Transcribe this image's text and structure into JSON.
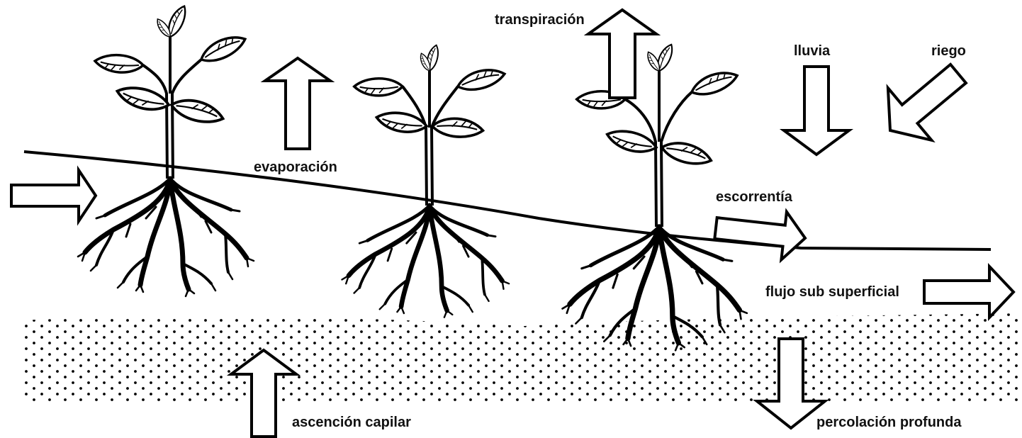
{
  "colors": {
    "ink": "#000000",
    "background": "#ffffff",
    "label": "#111111"
  },
  "labels": {
    "transpiracion": "transpiración",
    "lluvia": "lluvia",
    "riego": "riego",
    "evaporacion": "evaporación",
    "escorrentia": "escorrentía",
    "flujo_sub_superficial": "flujo sub superficial",
    "ascencion_capilar": "ascención capilar",
    "percolacion_profunda": "percolación profunda"
  }
}
